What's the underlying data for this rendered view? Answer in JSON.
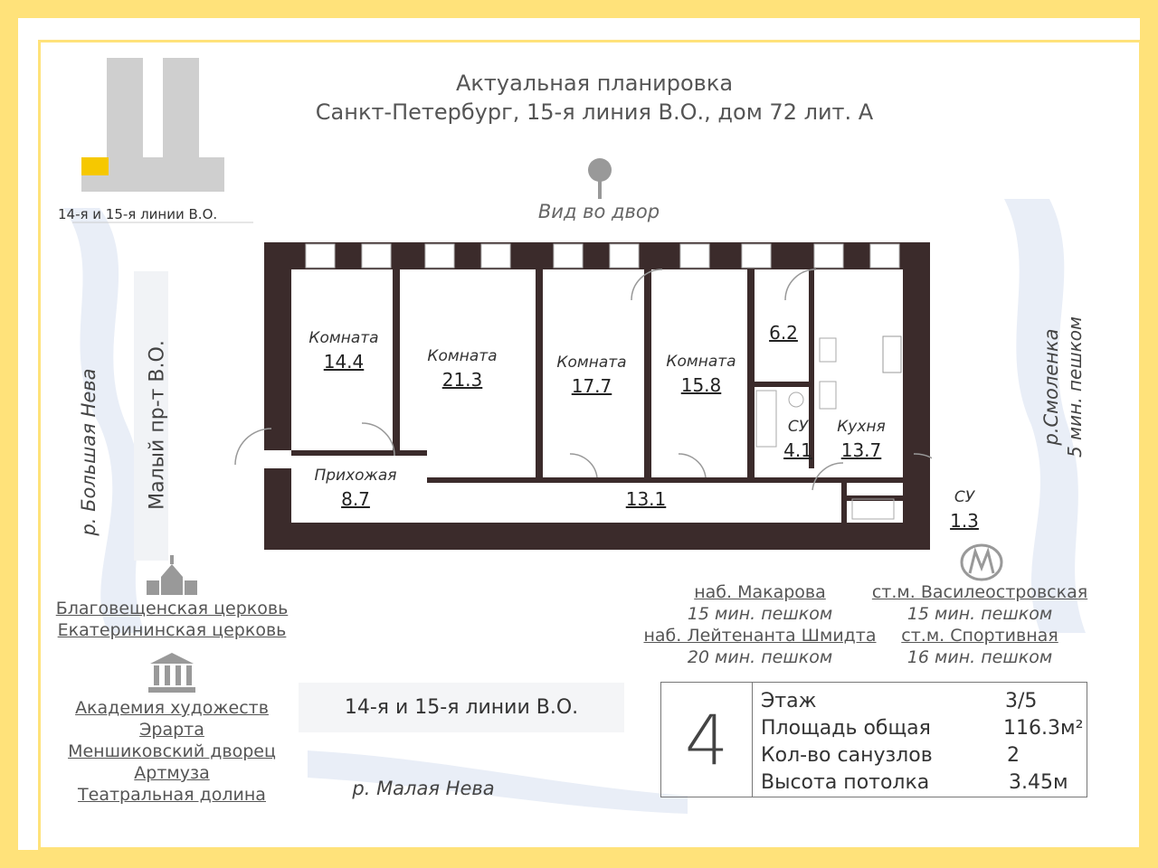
{
  "header": {
    "line1": "Актуальная планировка",
    "line2": "Санкт-Петербург, 15-я линия В.О., дом 72 лит. А"
  },
  "view_label": "Вид во двор",
  "minimap_caption": "14-я и 15-я линии В.О.",
  "rivers": {
    "bolshaya": "р. Большая Нева",
    "malaya": "р. Малая Нева",
    "smolenka": "р.Смоленка",
    "smolenka_walk": "5 мин. пешком"
  },
  "streets": {
    "maly_pr": "Малый пр-т В.О.",
    "lines": "14-я и 15-я линии В.О."
  },
  "rooms": [
    {
      "name": "Комната",
      "area": "14.4"
    },
    {
      "name": "Комната",
      "area": "21.3"
    },
    {
      "name": "Комната",
      "area": "17.7"
    },
    {
      "name": "Комната",
      "area": "15.8"
    },
    {
      "name": "",
      "area": "6.2"
    },
    {
      "name": "СУ",
      "area": "4.1"
    },
    {
      "name": "Кухня",
      "area": "13.7"
    },
    {
      "name": "Прихожая",
      "area": "8.7"
    },
    {
      "name": "",
      "area": "13.1"
    },
    {
      "name": "СУ",
      "area": "1.3"
    }
  ],
  "churches": [
    "Благовещенская церковь",
    "Екатерининская церковь"
  ],
  "museums": [
    "Академия художеств",
    "Эрарта",
    "Меншиковский дворец",
    "Артмуза",
    "Театральная долина"
  ],
  "embankments": [
    {
      "name": "наб. Макарова",
      "time": "15 мин. пешком"
    },
    {
      "name": "наб. Лейтенанта Шмидта",
      "time": "20 мин. пешком"
    }
  ],
  "metro": [
    {
      "name": "ст.м. Василеостровская",
      "time": "15 мин. пешком"
    },
    {
      "name": "ст.м. Спортивная",
      "time": "16 мин. пешком"
    }
  ],
  "info": {
    "rooms_count": "4",
    "rows": [
      {
        "label": "Этаж",
        "value": "3/5"
      },
      {
        "label": "Площадь общая",
        "value": "116.3м²"
      },
      {
        "label": "Кол-во санузлов",
        "value": "2"
      },
      {
        "label": "Высота потолка",
        "value": "3.45м"
      }
    ]
  },
  "colors": {
    "accent": "#ffe27a",
    "wall": "#3b2b2b",
    "minimap_yellow": "#f6c800"
  }
}
